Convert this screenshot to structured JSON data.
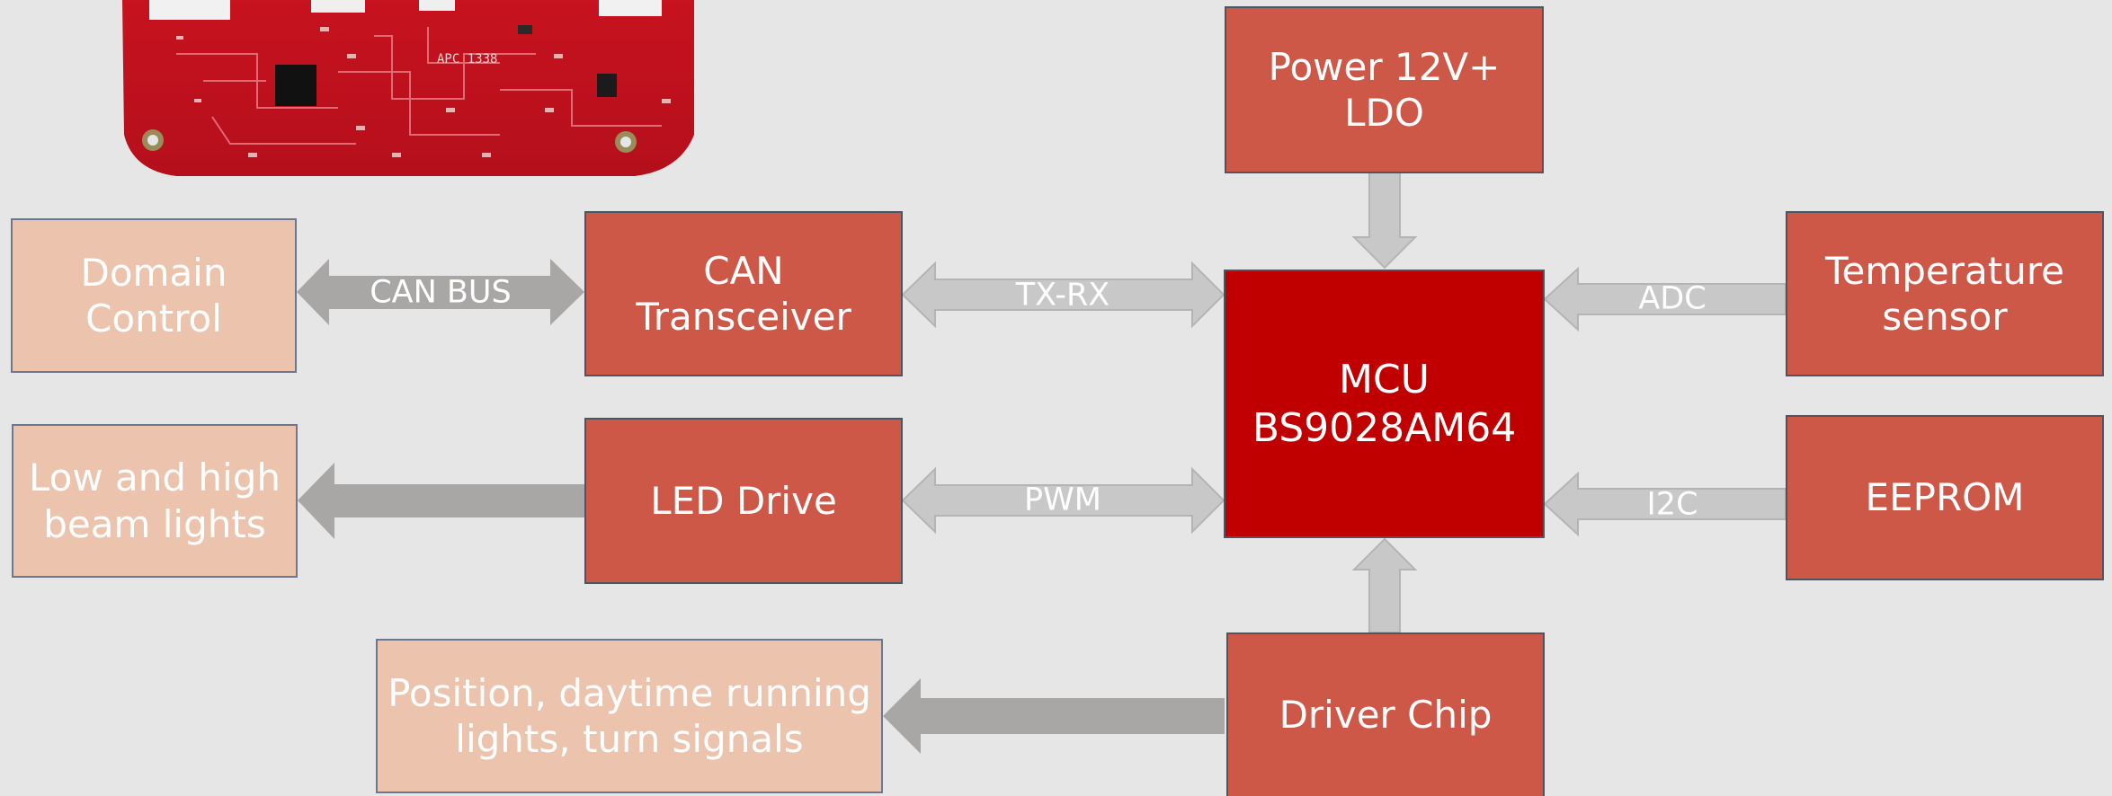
{
  "colors": {
    "background": "#e7e6e6",
    "block_red": "#cd5848",
    "block_peach": "#ecc3ad",
    "mcu_red": "#c00000",
    "arrow_gray": "#c8c8c8",
    "arrow_dark_gray": "#aaa7a7",
    "pcb_red": "#d31b2b"
  },
  "photo": {
    "icon": "pcb-board-photo",
    "marking": "APC 1338"
  },
  "blocks": {
    "power": {
      "line1": "Power 12V+",
      "line2": "LDO"
    },
    "domain_control": {
      "line1": "Domain",
      "line2": "Control"
    },
    "can_transceiver": {
      "line1": "CAN",
      "line2": "Transceiver"
    },
    "mcu": {
      "line1": "MCU",
      "line2": "BS9028AM64"
    },
    "temperature_sensor": {
      "line1": "Temperature",
      "line2": "sensor"
    },
    "low_high_beam": {
      "line1": "Low and high",
      "line2": "beam lights"
    },
    "led_drive": {
      "line1": "LED Drive"
    },
    "eeprom": {
      "line1": "EEPROM"
    },
    "position_lights": {
      "line1": "Position, daytime running",
      "line2": "lights, turn signals"
    },
    "driver_chip": {
      "line1": "Driver Chip"
    }
  },
  "connections": {
    "can_bus": "CAN BUS",
    "tx_rx": "TX-RX",
    "pwm": "PWM",
    "adc": "ADC",
    "i2c": "I2C"
  }
}
